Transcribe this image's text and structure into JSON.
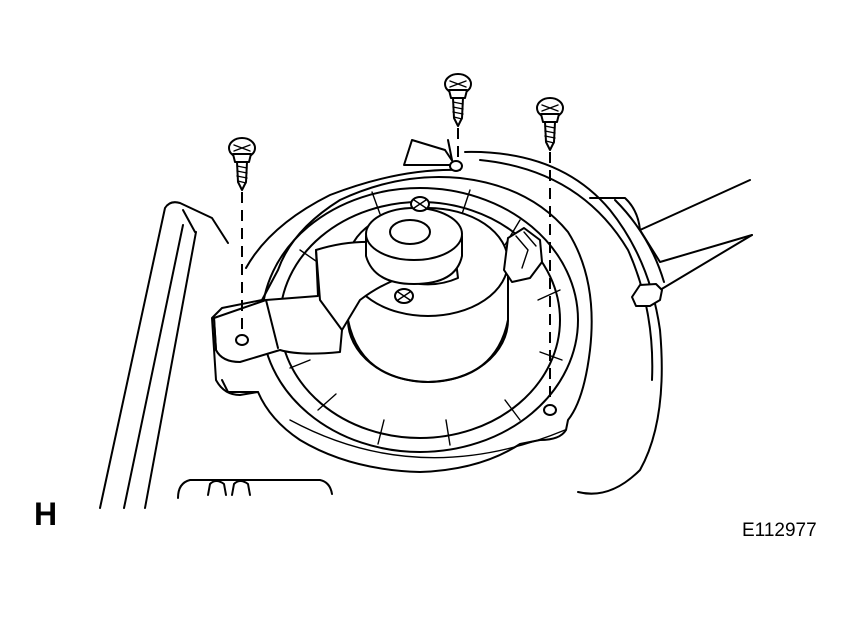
{
  "figure": {
    "view_label": "H",
    "figure_id": "E112977"
  },
  "colors": {
    "line": "#000000",
    "part_fill": "#e6e6e6",
    "background": "#ffffff"
  },
  "parts": {
    "screw_count": 3
  }
}
